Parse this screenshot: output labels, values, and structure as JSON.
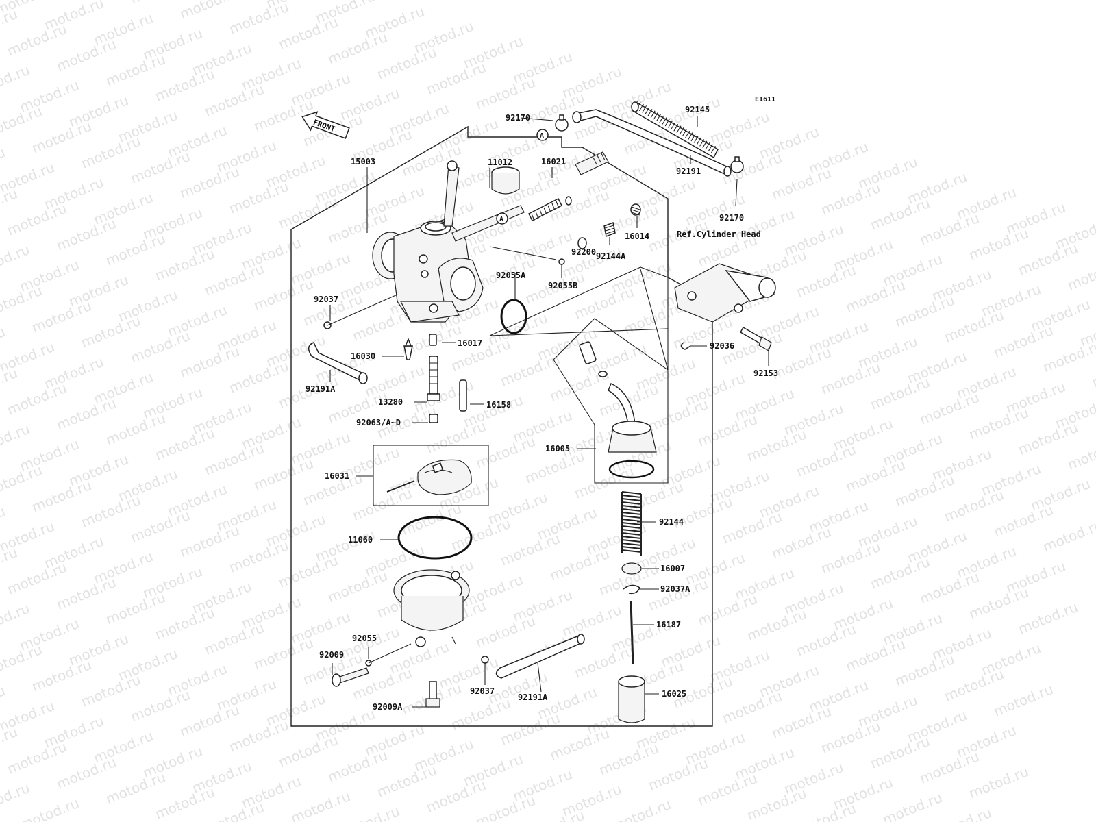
{
  "diagram_code": "E1611",
  "front_marker": "FRONT",
  "reference_note": "Ref.Cylinder Head",
  "watermark": "motod.ru",
  "callout_marker": "A",
  "part_numbers": {
    "p15003": "15003",
    "p11012": "11012",
    "p16021": "16021",
    "p92170_top": "92170",
    "p92145": "92145",
    "p92191": "92191",
    "p92170_right": "92170",
    "p16014": "16014",
    "p92144A": "92144A",
    "p92200": "92200",
    "p92055A": "92055A",
    "p92055B": "92055B",
    "p92037_left": "92037",
    "p16017": "16017",
    "p16030": "16030",
    "p92191A_left": "92191A",
    "p13280": "13280",
    "p16158": "16158",
    "p92063": "92063/A~D",
    "p92036": "92036",
    "p92153": "92153",
    "p16005": "16005",
    "p16031": "16031",
    "p11060": "11060",
    "p92144": "92144",
    "p16007": "16007",
    "p92037A": "92037A",
    "p16187": "16187",
    "p92055": "92055",
    "p92009": "92009",
    "p92037_bottom": "92037",
    "p92191A_bottom": "92191A",
    "p92009A": "92009A",
    "p16025": "16025"
  }
}
